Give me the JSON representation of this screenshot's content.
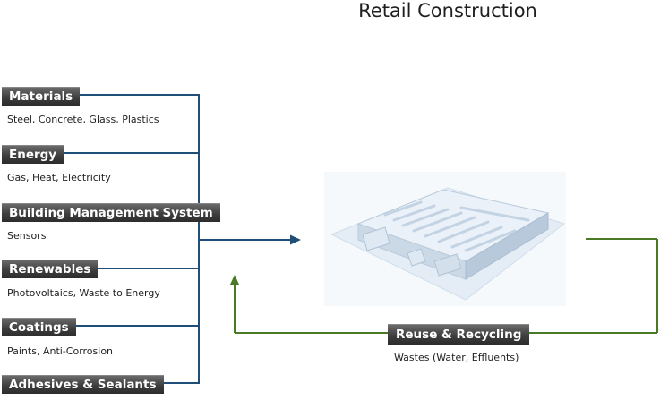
{
  "title": "Retail Construction",
  "inputs": [
    {
      "label": "Materials",
      "detail": "Steel, Concrete, Glass, Plastics"
    },
    {
      "label": "Energy",
      "detail": "Gas, Heat, Electricity"
    },
    {
      "label": "Building Management System",
      "detail": "Sensors"
    },
    {
      "label": "Renewables",
      "detail": "Photovoltaics, Waste to Energy"
    },
    {
      "label": "Coatings",
      "detail": "Paints, Anti-Corrosion"
    },
    {
      "label": "Adhesives & Sealants",
      "detail": ""
    }
  ],
  "output": {
    "label": "Reuse & Recycling",
    "detail": "Wastes (Water, Effluents)"
  },
  "colors": {
    "input_lines": "#1f4e79",
    "recycle_lines": "#4a7a25",
    "label_bg": "#3e3e3e"
  },
  "image": "retail-building-illustration"
}
